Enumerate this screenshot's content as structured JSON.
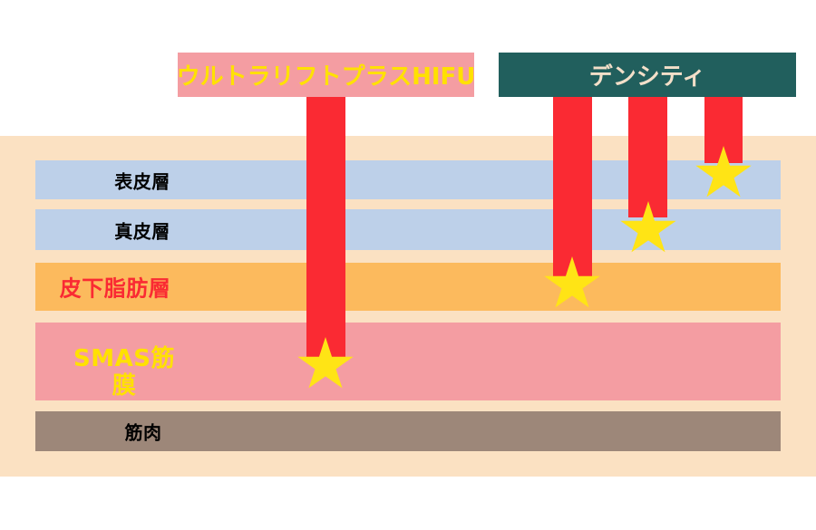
{
  "page": {
    "background": "#ffffff"
  },
  "treatments": [
    {
      "name": "ウルトラリフトプラスHIFU",
      "label_bg": "#f49da2",
      "label_text_color": "#ffe100",
      "beam_count": 1,
      "beam_reaches": "SMAS筋膜"
    },
    {
      "name": "デンシティ",
      "label_bg": "#215f5d",
      "label_text_color": "#f3dfc9",
      "beam_count": 3,
      "beam_reaches": [
        "皮下脂肪層",
        "真皮層",
        "表皮層"
      ]
    }
  ],
  "skin": {
    "background": "#fbe1c2",
    "layers": [
      {
        "label": "表皮層",
        "fill": "#bdd0e9",
        "text_color": "#000000"
      },
      {
        "label": "真皮層",
        "fill": "#bdd0e9",
        "text_color": "#000000"
      },
      {
        "label": "皮下脂肪層",
        "fill": "#fcba5d",
        "text_color": "#fa2a33"
      },
      {
        "label": "SMAS筋膜",
        "label_line1": "SMAS筋",
        "label_line2": "膜",
        "fill": "#f49da2",
        "text_color": "#ffe100"
      },
      {
        "label": "筋肉",
        "fill": "#9d8779",
        "text_color": "#000000"
      }
    ]
  },
  "markers": {
    "beam_color": "#fa2a33",
    "star_color": "#ffe415"
  }
}
